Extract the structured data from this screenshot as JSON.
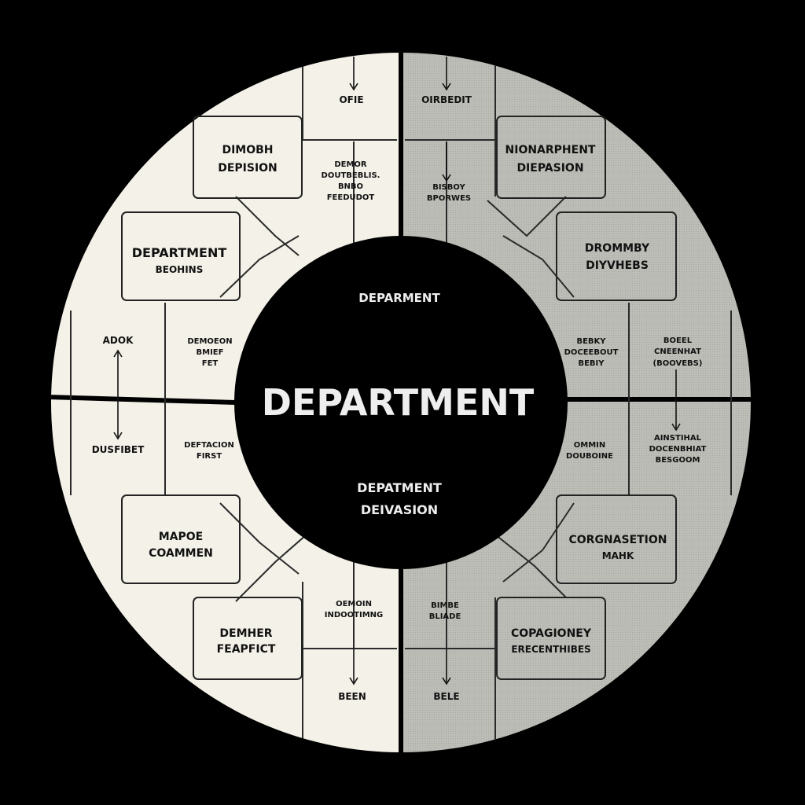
{
  "center": {
    "top": "DEPARMENT",
    "main": "DEPARTMENT",
    "bottom_line1": "DEPATMENT",
    "bottom_line2": "DEIVASION"
  },
  "left": {
    "box_top": [
      "DIMOBH",
      "DEPISION"
    ],
    "box_dept": [
      "DEPARTMENT",
      "BEOHINS"
    ],
    "box_bottom": [
      "MAPOE",
      "COAMMEN"
    ],
    "box_lower": [
      "DEMHER",
      "FEAPFICT"
    ],
    "label_top": "OFIE",
    "label_top_mid": [
      "DEMOR",
      "DOUTBEBLIS.",
      "BNBO",
      "FEEDUDOT"
    ],
    "label_left_top": "ADOK",
    "label_left_bottom": "DUSFIBET",
    "label_mid_top": [
      "DEMOEON",
      "BMIEF",
      "FET"
    ],
    "label_mid_bottom": [
      "DEFTACION",
      "FIRST"
    ],
    "label_bottom_mid": [
      "OEMOIN",
      "INDOOTIMNG"
    ],
    "label_bottom": "BEEN"
  },
  "right": {
    "box_top": [
      "NIONARPHENT",
      "DIEPASION"
    ],
    "box_upper": [
      "DROMMBY",
      "DIYVHEBS"
    ],
    "box_lower": [
      "CORGNASETION",
      "MAHK"
    ],
    "box_bottom": [
      "COPAGIONEY",
      "ERECENTHIBES"
    ],
    "label_top": "OIRBEDIT",
    "label_top_mid": [
      "BISBOY",
      "BPORWES"
    ],
    "label_mid_top": [
      "BEBKY",
      "DOCEEBOUT",
      "BEBIY"
    ],
    "label_far_top": [
      "BOEEL",
      "CNEENHAT",
      "(BOOVEBS)"
    ],
    "label_mid_bottom": [
      "OMMIN",
      "DOUBOINE"
    ],
    "label_far_bottom": [
      "AINSTIHAL",
      "DOCENBHIAT",
      "BESGOOM"
    ],
    "label_bottom_mid": [
      "BIMBE",
      "BLIADE"
    ],
    "label_bottom": "BELE"
  },
  "colors": {
    "background": "#000000",
    "left_half": "#f3f1e8",
    "right_half": "#b9b9b4",
    "center": "#000000"
  }
}
